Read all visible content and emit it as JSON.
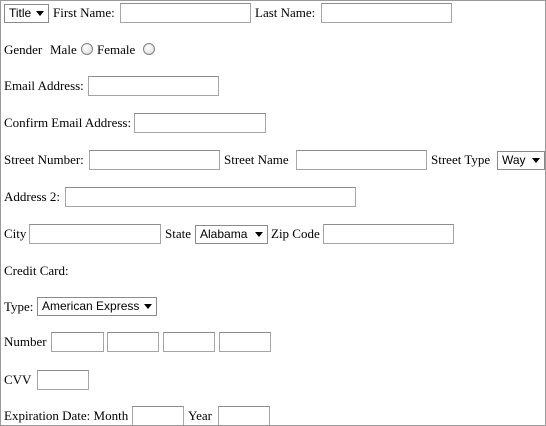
{
  "row1": {
    "title_select": "Title",
    "first_name_label": "First Name:",
    "last_name_label": "Last Name:"
  },
  "gender": {
    "label": "Gender",
    "male": "Male",
    "female": "Female"
  },
  "email": {
    "label": "Email Address:",
    "confirm_label": "Confirm Email Address:"
  },
  "street": {
    "number_label": "Street Number:",
    "name_label": "Street Name",
    "type_label": "Street Type",
    "type_select": "Way"
  },
  "address2": {
    "label": "Address 2:"
  },
  "city_row": {
    "city_label": "City",
    "state_label": "State",
    "state_select": "Alabama",
    "zip_label": "Zip Code"
  },
  "credit_card": {
    "heading": "Credit Card:",
    "type_label": "Type:",
    "type_select": "American Express",
    "number_label": "Number",
    "cvv_label": "CVV",
    "expiration_label": "Expiration Date: Month",
    "year_label": "Year"
  }
}
